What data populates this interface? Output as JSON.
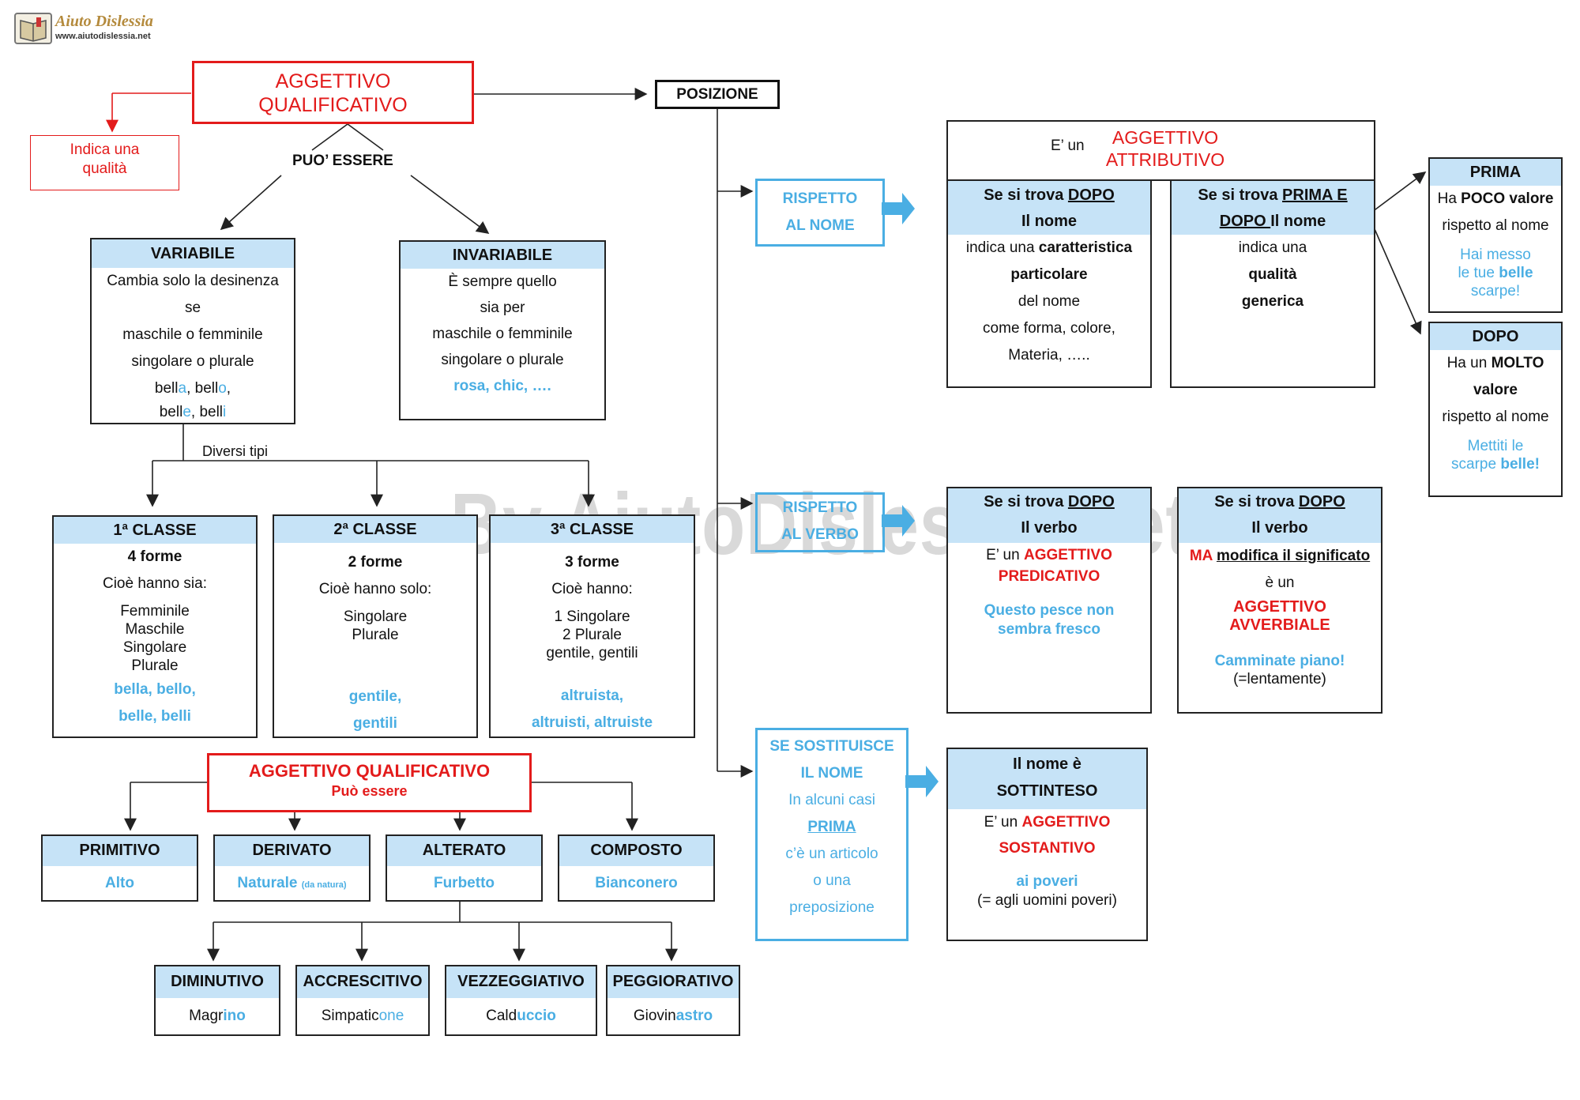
{
  "logo": {
    "name": "Aiuto Dislessia",
    "url": "www.aiutodislessia.net"
  },
  "watermark": "By AiutoDislessia.net",
  "main": {
    "title1": "AGGETTIVO",
    "title2": "QUALIFICATIVO",
    "indica1": "Indica una",
    "indica2": "qualità",
    "puo_essere": "PUO’ ESSERE",
    "diversi_tipi": "Diversi tipi"
  },
  "variabile": {
    "title": "VARIABILE",
    "l1": "Cambia solo la desinenza",
    "l2": "se",
    "l3": "maschile o femminile",
    "l4": "singolare o plurale",
    "ex1a": "bell",
    "ex1b": "a",
    "ex1c": ", bell",
    "ex1d": "o",
    "ex1e": ",",
    "ex2a": "bell",
    "ex2b": "e",
    "ex2c": ", bell",
    "ex2d": "i"
  },
  "invariabile": {
    "title": "INVARIABILE",
    "l1": "È sempre quello",
    "l2": "sia per",
    "l3": "maschile o femminile",
    "l4": "singolare o plurale",
    "ex": "rosa, chic, …."
  },
  "classe1": {
    "title": "1ª CLASSE",
    "l1": "4 forme",
    "l2": "Cioè hanno sia:",
    "l3": "Femminile",
    "l4": "Maschile",
    "l5": "Singolare",
    "l6": "Plurale",
    "ex1": "bella, bello,",
    "ex2": "belle, belli"
  },
  "classe2": {
    "title": "2ª CLASSE",
    "l1": "2 forme",
    "l2": "Cioè hanno solo:",
    "l3": "Singolare",
    "l4": "Plurale",
    "ex1": "gentile,",
    "ex2": "gentili"
  },
  "classe3": {
    "title": "3ª CLASSE",
    "l1": "3 forme",
    "l2": "Cioè hanno:",
    "l3": "1 Singolare",
    "l4": "2 Plurale",
    "l5": "gentile, gentili",
    "ex1": "altruista,",
    "ex2": "altruisti, altruiste"
  },
  "second": {
    "title": "AGGETTIVO QUALIFICATIVO",
    "sub": "Può essere"
  },
  "types": [
    {
      "title": "PRIMITIVO",
      "ex": "Alto"
    },
    {
      "title": "DERIVATO",
      "ex": "Naturale",
      "note": "(da natura)"
    },
    {
      "title": "ALTERATO",
      "ex": "Furbetto"
    },
    {
      "title": "COMPOSTO",
      "ex": "Bianconero"
    }
  ],
  "altered": [
    {
      "title": "DIMINUTIVO",
      "a": "Magr",
      "b": "ino"
    },
    {
      "title": "ACCRESCITIVO",
      "a": "Simpatic",
      "b": "one"
    },
    {
      "title": "VEZZEGGIATIVO",
      "a": "Cald",
      "b": "uccio"
    },
    {
      "title": "PEGGIORATIVO",
      "a": "Giovin",
      "b": "astro"
    }
  ],
  "posizione": "POSIZIONE",
  "rispetto_nome": {
    "l1": "RISPETTO",
    "l2": "AL NOME"
  },
  "rispetto_verbo": {
    "l1": "RISPETTO",
    "l2": "AL VERBO"
  },
  "sostituisce": {
    "l1": "SE SOSTITUISCE",
    "l2": "IL NOME",
    "l3": "In alcuni casi",
    "l4": "PRIMA",
    "l5": "c’è un articolo",
    "l6": "o una",
    "l7": "preposizione"
  },
  "attributivo": {
    "pre": "E’ un",
    "t1": "AGGETTIVO",
    "t2": "ATTRIBUTIVO"
  },
  "dopo_nome": {
    "h1a": "Se si trova ",
    "h1b": "DOPO",
    "h2": "Il nome",
    "l1a": "indica una ",
    "l1b": "caratteristica",
    "l2": "particolare",
    "l3": "del nome",
    "l4": "come forma, colore,",
    "l5": "Materia, ….."
  },
  "prima_dopo_nome": {
    "h1a": "Se si trova ",
    "h1b": "PRIMA E",
    "h2a": "DOPO ",
    "h2b": "Il nome",
    "l1": "indica  una",
    "l2": "qualità",
    "l3": "generica"
  },
  "prima": {
    "title": "PRIMA",
    "l1a": "Ha ",
    "l1b": "POCO valore",
    "l2": "rispetto  al nome",
    "ex1": "Hai messo",
    "ex2a": "le tue ",
    "ex2b": "belle",
    "ex3": "scarpe!"
  },
  "dopo": {
    "title": "DOPO",
    "l1a": "Ha un ",
    "l1b": "MOLTO",
    "l2": "valore",
    "l3": "rispetto al nome",
    "ex1": "Mettiti le",
    "ex2a": "scarpe ",
    "ex2b": "belle!"
  },
  "dopo_verbo1": {
    "h1a": "Se si trova ",
    "h1b": "DOPO",
    "h2": "Il verbo",
    "l1a": "E’ un ",
    "l1b": "AGGETTIVO",
    "l2": "PREDICATIVO",
    "ex1": "Questo pesce non",
    "ex2": "sembra  fresco"
  },
  "dopo_verbo2": {
    "h1a": "Se si trova ",
    "h1b": "DOPO",
    "h2": "Il verbo",
    "l1a": "MA ",
    "l1b": "modifica il significato",
    "l2": "è  un",
    "l3": "AGGETTIVO",
    "l4": "AVVERBIALE",
    "ex1": "Camminate piano!",
    "ex2": "(=lentamente)"
  },
  "sottinteso": {
    "h1": "Il nome è",
    "h2": "SOTTINTESO",
    "l1a": "E’  un ",
    "l1b": "AGGETTIVO",
    "l2": "SOSTANTIVO",
    "ex1": "ai poveri",
    "ex2": "(= agli uomini poveri)"
  },
  "colors": {
    "red": "#e31b1b",
    "blue": "#4aaee3",
    "header_blue": "#c6e3f7"
  }
}
